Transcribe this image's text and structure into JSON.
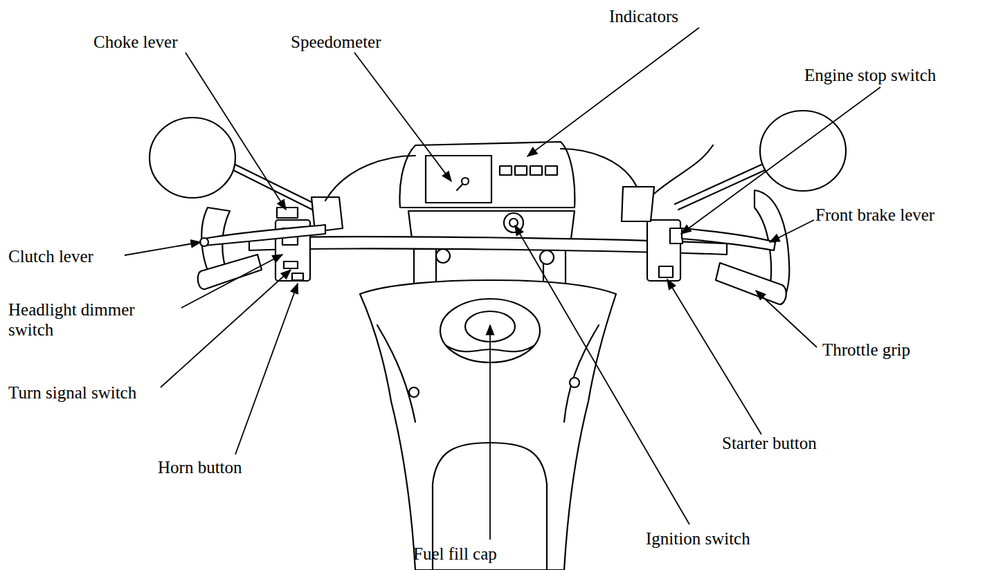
{
  "diagram": {
    "labels": [
      "Choke lever",
      "Speedometer",
      "Indicators",
      "Engine stop switch",
      "Front brake lever",
      "Clutch lever",
      "Headlight dimmer switch",
      "Turn signal switch",
      "Horn button",
      "Throttle grip",
      "Starter button",
      "Fuel fill cap",
      "Ignition switch"
    ]
  }
}
